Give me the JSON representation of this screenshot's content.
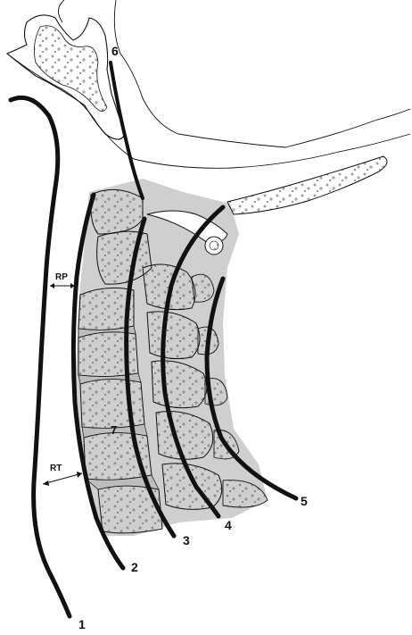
{
  "labels": {
    "line1": "1",
    "line2": "2",
    "line3": "3",
    "line4": "4",
    "line5": "5",
    "line6": "6",
    "marker7": "7",
    "rp": "RP",
    "rt": "RT"
  },
  "colors": {
    "ink": "#111111",
    "bone_fill": "#ffffff",
    "soft_tissue": "#c9c9c9",
    "disc_fill": "#bdbdbd",
    "speckle": "#6e6e6e"
  }
}
